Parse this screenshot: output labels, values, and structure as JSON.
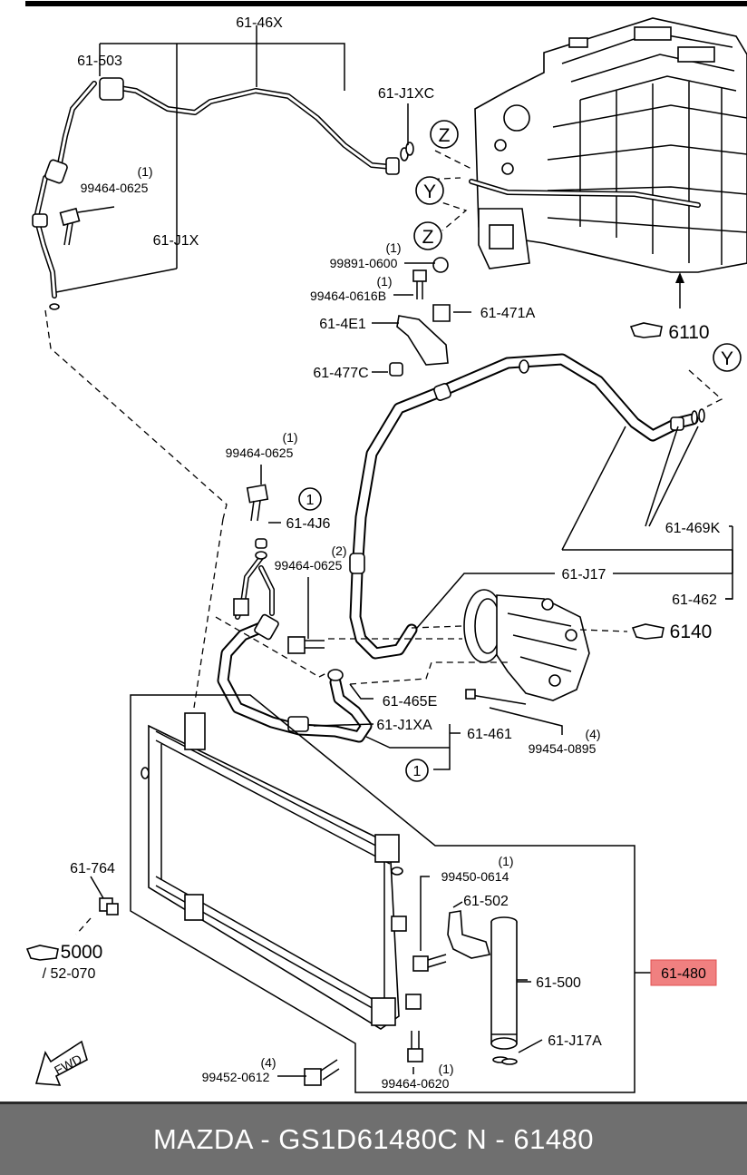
{
  "callouts": {
    "c_61_46X": "61-46X",
    "c_61_503": "61-503",
    "c_61_J1XC": "61-J1XC",
    "c_99464_0625_a": "99464-0625",
    "c_61_J1X": "61-J1X",
    "c_99891_0600": "99891-0600",
    "c_99464_0616B": "99464-0616B",
    "c_61_4E1": "61-4E1",
    "c_61_471A": "61-471A",
    "c_61_477C": "61-477C",
    "c_6110": "6110",
    "c_99464_0625_b": "99464-0625",
    "c_61_4J6": "61-4J6",
    "c_99464_0625_c": "99464-0625",
    "c_61_469K": "61-469K",
    "c_61_J17": "61-J17",
    "c_61_462": "61-462",
    "c_6140": "6140",
    "c_61_465E": "61-465E",
    "c_61_J1XA": "61-J1XA",
    "c_61_461": "61-461",
    "c_99454_0895": "99454-0895",
    "c_61_764": "61-764",
    "c_99450_0614": "99450-0614",
    "c_61_502": "61-502",
    "c_5000": "5000",
    "c_52_070": "/ 52-070",
    "c_61_500": "61-500",
    "c_61_480": "61-480",
    "c_61_J17A": "61-J17A",
    "c_99452_0612": "99452-0612",
    "c_99464_0620": "99464-0620"
  },
  "quantities": {
    "q_99464_0625_a": "(1)",
    "q_99891_0600": "(1)",
    "q_99464_0616B": "(1)",
    "q_99464_0625_b": "(1)",
    "q_99464_0625_c": "(2)",
    "q_99454_0895": "(4)",
    "q_99450_0614": "(1)",
    "q_99452_0612": "(4)",
    "q_99464_0620": "(1)"
  },
  "markers": {
    "z": "Z",
    "y": "Y",
    "one": "1",
    "fwd": "FWD"
  },
  "footer": {
    "text": "MAZDA - GS1D61480C     N - 61480"
  },
  "colors": {
    "highlight_fill": "#f08080",
    "highlight_border": "#e05050",
    "footer_bg": "#6f6f6f"
  }
}
